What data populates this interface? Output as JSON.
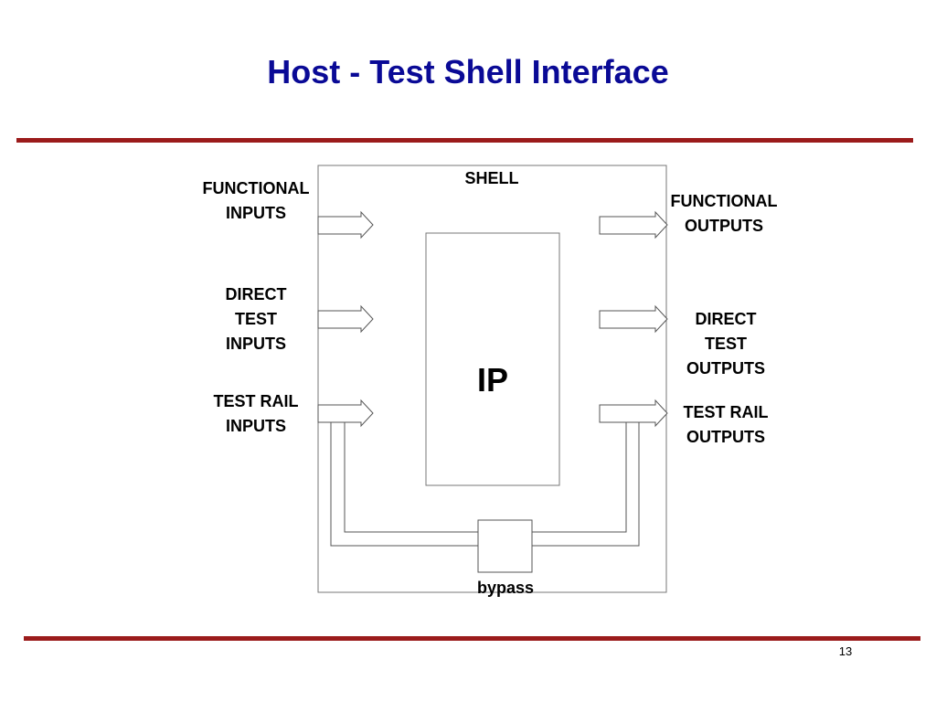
{
  "slide": {
    "title": "Host - Test Shell Interface",
    "page_number": "13"
  },
  "diagram": {
    "shell_label": "SHELL",
    "core_label": "IP",
    "bypass_label": "bypass",
    "inputs": [
      {
        "lines": [
          "FUNCTIONAL",
          "INPUTS"
        ]
      },
      {
        "lines": [
          "DIRECT",
          "TEST",
          "INPUTS"
        ]
      },
      {
        "lines": [
          "TEST RAIL",
          "INPUTS"
        ]
      }
    ],
    "outputs": [
      {
        "lines": [
          "FUNCTIONAL",
          "OUTPUTS"
        ]
      },
      {
        "lines": [
          "DIRECT",
          "TEST",
          "OUTPUTS"
        ]
      },
      {
        "lines": [
          "TEST RAIL",
          "OUTPUTS"
        ]
      }
    ]
  },
  "colors": {
    "title": "#0a0a96",
    "rule": "#9b1b1b",
    "lines": "#555555"
  }
}
